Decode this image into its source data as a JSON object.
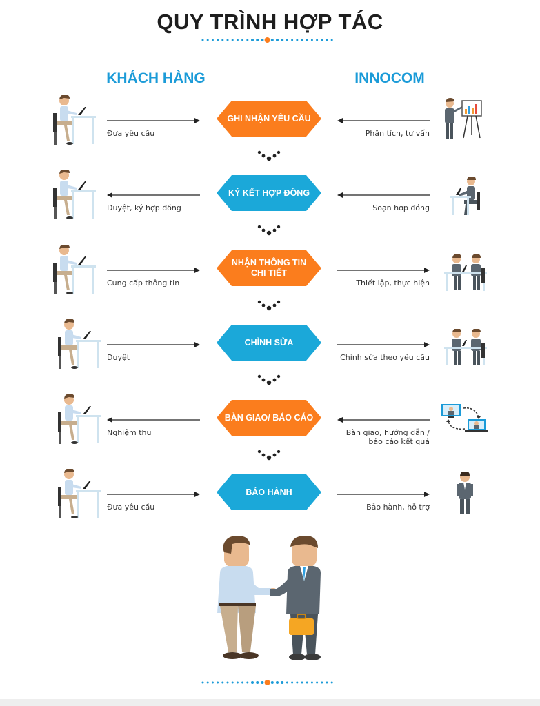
{
  "header": {
    "title": "QUY TRÌNH HỢP TÁC"
  },
  "columns": {
    "left": "KHÁCH HÀNG",
    "right": "INNOCOM"
  },
  "colors": {
    "orange": "#fb7d1d",
    "blue": "#1ba8d9",
    "accent": "#1b9bd8",
    "dots": "#1b9bd8",
    "center_dot": "#fb7d1d"
  },
  "steps": [
    {
      "label_lines": [
        "GHI NHẬN YÊU CẦU"
      ],
      "color": "orange",
      "left_text": [
        "Đưa yêu cầu"
      ],
      "right_text": [
        "Phân tích, tư vấn"
      ],
      "left_dir": "right",
      "right_dir": "left",
      "right_icon": "presenter-icon"
    },
    {
      "label_lines": [
        "KÝ KẾT HỢP ĐỒNG"
      ],
      "color": "blue",
      "left_text": [
        "Duyệt, ký hợp đồng"
      ],
      "right_text": [
        "Soạn hợp đồng"
      ],
      "left_dir": "left",
      "right_dir": "left",
      "right_icon": "worker-at-desk-icon"
    },
    {
      "label_lines": [
        "NHẬN THÔNG TIN",
        "CHI TIẾT"
      ],
      "color": "orange",
      "left_text": [
        "Cung cấp thông tin"
      ],
      "right_text": [
        "Thiết lập, thực hiện"
      ],
      "left_dir": "right",
      "right_dir": "right",
      "right_icon": "team-at-desk-icon"
    },
    {
      "label_lines": [
        "CHỈNH SỬA"
      ],
      "color": "blue",
      "left_text": [
        "Duyệt"
      ],
      "right_text": [
        "Chỉnh sửa theo yêu cầu"
      ],
      "left_dir": "right",
      "right_dir": "right",
      "right_icon": "team-at-desk-icon"
    },
    {
      "label_lines": [
        "BÀN GIAO/ BÁO CÁO"
      ],
      "color": "orange",
      "left_text": [
        "Nghiệm thu"
      ],
      "right_text": [
        "Bàn giao, hướng dẫn /",
        "báo cáo kết quả"
      ],
      "left_dir": "left",
      "right_dir": "left",
      "right_icon": "video-call-icon"
    },
    {
      "label_lines": [
        "BẢO HÀNH"
      ],
      "color": "blue",
      "left_text": [
        "Đưa yêu cầu"
      ],
      "right_text": [
        "Bảo hành, hỗ trợ"
      ],
      "left_dir": "right",
      "right_dir": "right",
      "right_icon": "standing-man-icon"
    }
  ],
  "footer_art": "handshake-illustration"
}
